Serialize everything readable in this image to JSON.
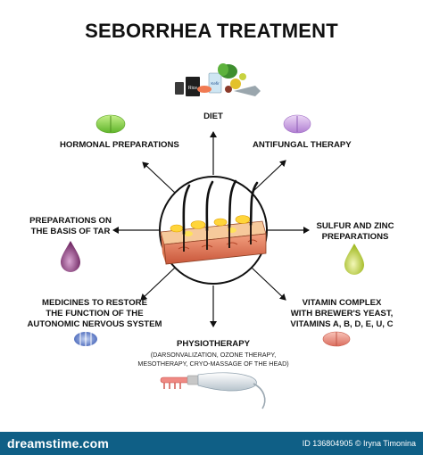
{
  "title": "SEBORRHEA TREATMENT",
  "labels": {
    "diet": "DIET",
    "hormonal_l1": "HORMONAL PREPARATIONS",
    "antifungal": "ANTIFUNGAL THERAPY",
    "tar_l1": "PREPARATIONS ON",
    "tar_l2": "THE BASIS OF TAR",
    "sulfur_l1": "SULFUR AND ZINC",
    "sulfur_l2": "PREPARATIONS",
    "med_l1": "MEDICINES TO RESTORE",
    "med_l2": "THE FUNCTION OF THE",
    "med_l3": "AUTONOMIC NERVOUS SYSTEM",
    "vit_l1": "VITAMIN COMPLEX",
    "vit_l2": "WITH BREWER'S YEAST,",
    "vit_l3": "VITAMINS A, B, D, E, U, C",
    "physio": "PHYSIOTHERAPY",
    "physio_sub1": "(DARSONVALIZATION, OZONE THERAPY,",
    "physio_sub2": "MESOTHERAPY, CRYO-MASSAGE OF THE HEAD)"
  },
  "diet_items": {
    "rice": "Rice",
    "kefir": "Kefir"
  },
  "footer": {
    "site": "dreamstime.com",
    "id_text": "ID 136804905 © Iryna Timonina"
  },
  "colors": {
    "footer_bg": "#0f5f86",
    "pill_green": "#7fcf3f",
    "pill_purple": "#c9a0e0",
    "pill_red": "#e8887a",
    "drop_tar": "#7b2d6b",
    "drop_sulfur": "#c8d83a",
    "capsule_blue": "#4a6fc4"
  }
}
